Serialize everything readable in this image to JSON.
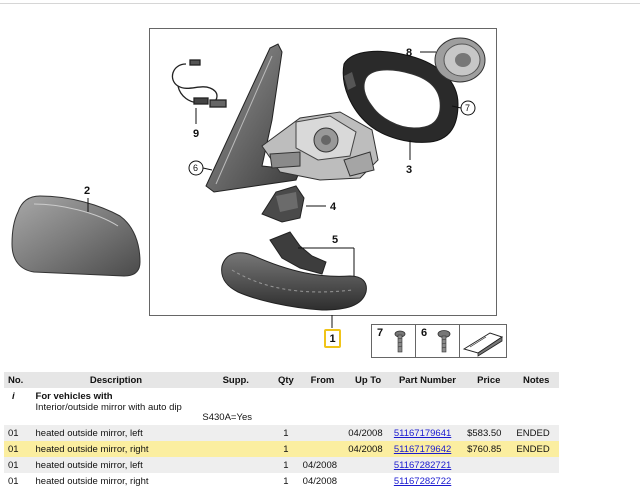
{
  "diagram": {
    "callouts": [
      "1",
      "2",
      "3",
      "4",
      "5",
      "7",
      "8",
      "9"
    ],
    "circled": [
      "6",
      "7"
    ],
    "fastener_legend": [
      {
        "number": "7",
        "icon": "screw-icon"
      },
      {
        "number": "6",
        "icon": "torx-screw-icon"
      },
      {
        "number": "",
        "icon": "mat-wedge-icon"
      }
    ]
  },
  "table": {
    "headers": [
      "No.",
      "Description",
      "Supp.",
      "Qty",
      "From",
      "Up To",
      "Part Number",
      "Price",
      "Notes"
    ],
    "info": {
      "marker": "i",
      "title": "For vehicles with",
      "subtitle": "Interior/outside mirror with auto dip",
      "supp": "S430A=Yes"
    },
    "rows": [
      {
        "no": "01",
        "description": "heated outside mirror, left",
        "supp": "",
        "qty": "1",
        "from": "",
        "upto": "04/2008",
        "part_number": "51167179641",
        "price": "$583.50",
        "notes": "ENDED"
      },
      {
        "no": "01",
        "description": "heated outside mirror, right",
        "supp": "",
        "qty": "1",
        "from": "",
        "upto": "04/2008",
        "part_number": "51167179642",
        "price": "$760.85",
        "notes": "ENDED"
      },
      {
        "no": "01",
        "description": "heated outside mirror, left",
        "supp": "",
        "qty": "1",
        "from": "04/2008",
        "upto": "",
        "part_number": "51167282721",
        "price": "",
        "notes": ""
      },
      {
        "no": "01",
        "description": "heated outside mirror, right",
        "supp": "",
        "qty": "1",
        "from": "04/2008",
        "upto": "",
        "part_number": "51167282722",
        "price": "",
        "notes": ""
      }
    ]
  },
  "colors": {
    "highlight": "#fbeea0",
    "highlight_border": "#f0c419",
    "header_bg": "#e6e6e6",
    "link": "#1a1ad0"
  }
}
